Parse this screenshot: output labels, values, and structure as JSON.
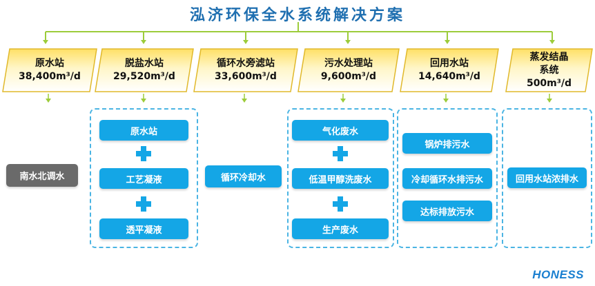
{
  "title": "泓济环保全水系统解决方案",
  "colors": {
    "accent": "#14a6e6",
    "line": "#9ccc3a",
    "title": "#1f6fb0",
    "gray_box": "#6a6a6a"
  },
  "stations": [
    {
      "name": "原水站",
      "flow": "38,400m³/d"
    },
    {
      "name": "脱盐水站",
      "flow": "29,520m³/d"
    },
    {
      "name": "循环水旁滤站",
      "flow": "33,600m³/d"
    },
    {
      "name": "污水处理站",
      "flow": "9,600m³/d"
    },
    {
      "name": "回用水站",
      "flow": "14,640m³/d"
    },
    {
      "name": "蒸发结晶",
      "name2": "系统",
      "flow": "500m³/d"
    }
  ],
  "sources": {
    "raw": "南水北调水",
    "desalt": [
      "原水站",
      "工艺凝液",
      "透平凝液"
    ],
    "circulating": "循环冷却水",
    "sewage": [
      "气化废水",
      "低温甲醇洗废水",
      "生产废水"
    ],
    "reuse": [
      "锅炉排污水",
      "冷却循环水排污水",
      "达标排放污水"
    ],
    "evap": "回用水站浓排水"
  },
  "logo": "HONESS"
}
